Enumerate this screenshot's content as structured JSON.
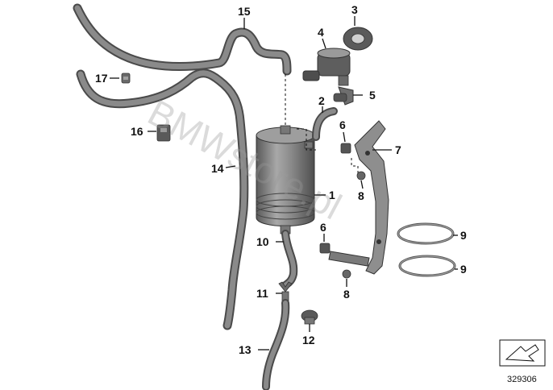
{
  "callouts": {
    "c1": "1",
    "c2": "2",
    "c3": "3",
    "c4": "4",
    "c5": "5",
    "c6a": "6",
    "c6b": "6",
    "c7": "7",
    "c8a": "8",
    "c8b": "8",
    "c9a": "9",
    "c9b": "9",
    "c10": "10",
    "c11": "11",
    "c12": "12",
    "c13": "13",
    "c14": "14",
    "c15": "15",
    "c16": "16",
    "c17": "17"
  },
  "watermark": "BMWstore.pl",
  "diagram_number": "329306",
  "colors": {
    "part": "#6b6b6b",
    "part_dark": "#4a4a4a",
    "part_light": "#9c9c9c",
    "ink": "#111111"
  }
}
